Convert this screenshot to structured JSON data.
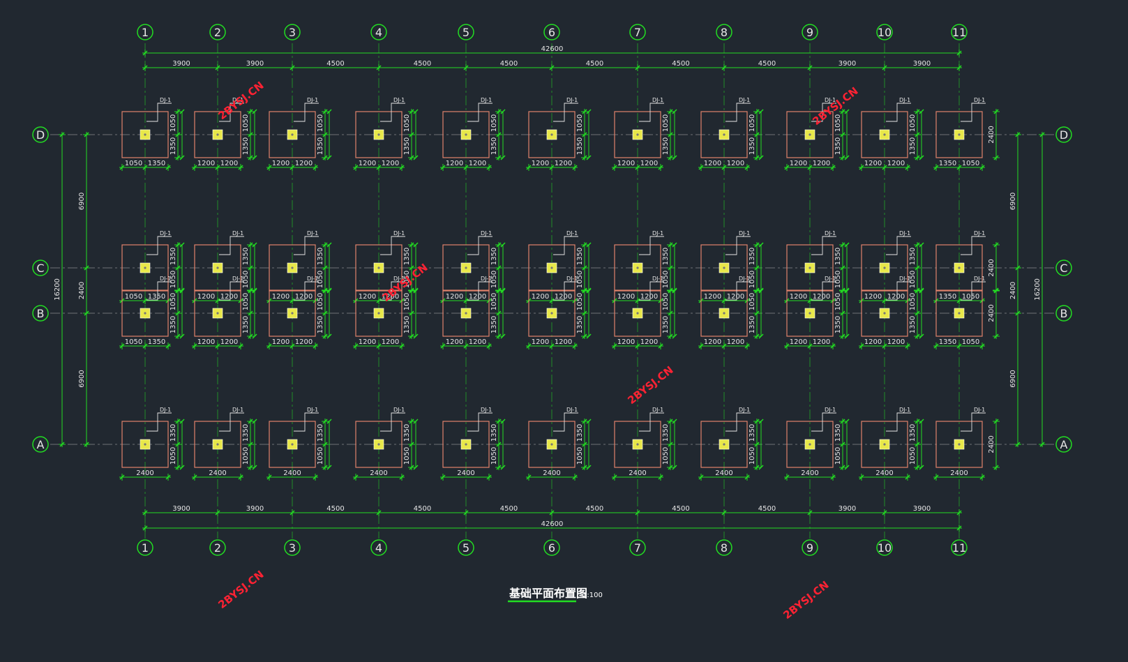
{
  "drawing": {
    "title": "基础平面布置图",
    "scale": "1:100",
    "watermark": "2BYSJ.CN",
    "footing_label": "DJ-1",
    "colors": {
      "background": "#212830",
      "grid_line": "#22dd22",
      "dimension_line": "#22dd22",
      "footing_outline": "#e0826b",
      "column_fill": "#e8e84a",
      "text": "#e6e6e6",
      "watermark": "#ff2233"
    },
    "column_axes": [
      "1",
      "2",
      "3",
      "4",
      "5",
      "6",
      "7",
      "8",
      "9",
      "10",
      "11"
    ],
    "row_axes": [
      "D",
      "C",
      "B",
      "A"
    ],
    "overall_width": "42600",
    "bay_spacings": [
      "3900",
      "3900",
      "4500",
      "4500",
      "4500",
      "4500",
      "4500",
      "4500",
      "3900",
      "3900"
    ],
    "overall_depth": "16200",
    "row_spacings_left": [
      "6900",
      "2400",
      "6900"
    ],
    "row_spacings_right": [
      "6900",
      "2400",
      "6900"
    ],
    "right_footing_width": "2400",
    "rows": [
      {
        "axis": "D",
        "vertical_dims": [
          "1050",
          "1350"
        ],
        "first_split": [
          "1050",
          "1350"
        ],
        "middle_split": [
          "1200",
          "1200"
        ],
        "last_split": [
          "1350",
          "1050"
        ]
      },
      {
        "axis": "C",
        "vertical_dims": [
          "1350",
          "1050"
        ],
        "first_split": [
          "1050",
          "1350"
        ],
        "middle_split": [
          "1200",
          "1200"
        ],
        "last_split": [
          "1350",
          "1050"
        ]
      },
      {
        "axis": "B",
        "vertical_dims": [
          "1050",
          "1350"
        ],
        "first_split": [
          "1050",
          "1350"
        ],
        "middle_split": [
          "1200",
          "1200"
        ],
        "last_split": [
          "1350",
          "1050"
        ]
      },
      {
        "axis": "A",
        "vertical_dims": [
          "1350",
          "1050"
        ],
        "bottom_total": "2400"
      }
    ]
  }
}
